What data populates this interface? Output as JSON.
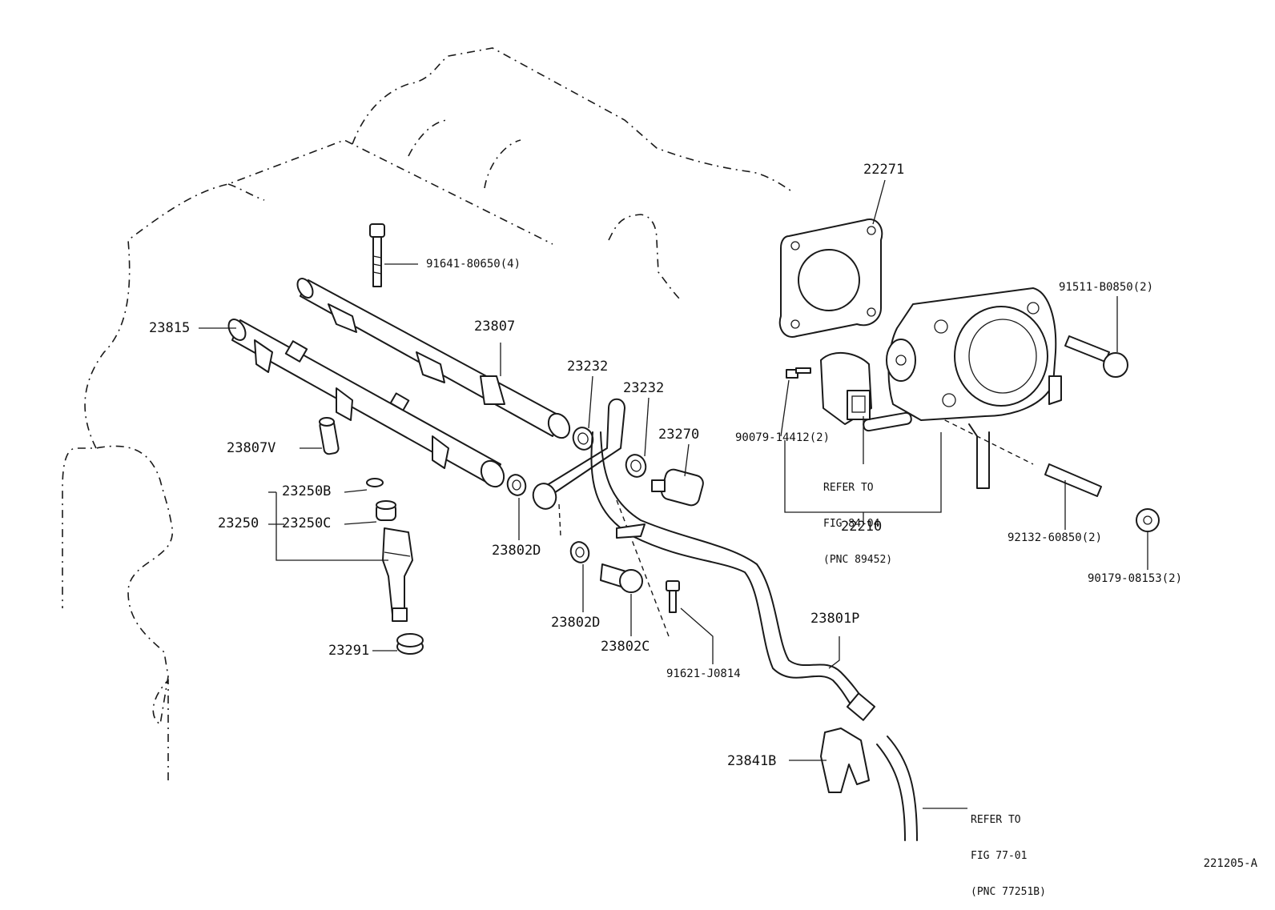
{
  "diagram": {
    "figure_id": "221205-A",
    "labels": {
      "p22271": "22271",
      "p91511": "91511-B0850(2)",
      "p91641": "91641-80650(4)",
      "p23807": "23807",
      "p23815": "23815",
      "p23232a": "23232",
      "p23232b": "23232",
      "p23270": "23270",
      "p90079": "90079-14412(2)",
      "p22210": "22210",
      "p92132": "92132-60850(2)",
      "p90179": "90179-08153(2)",
      "p23807V": "23807V",
      "p23250B": "23250B",
      "p23250": "23250",
      "p23250C": "23250C",
      "p23802D_a": "23802D",
      "p23802D_b": "23802D",
      "p23802C": "23802C",
      "p23291": "23291",
      "p91621": "91621-J0814",
      "p23801P": "23801P",
      "p23841B": "23841B"
    },
    "references": {
      "throttle": [
        "REFER TO",
        "FIG 84-04",
        "(PNC 89452)"
      ],
      "fuel_line": [
        "REFER TO",
        "FIG 77-01",
        "(PNC 77251B)"
      ]
    }
  }
}
